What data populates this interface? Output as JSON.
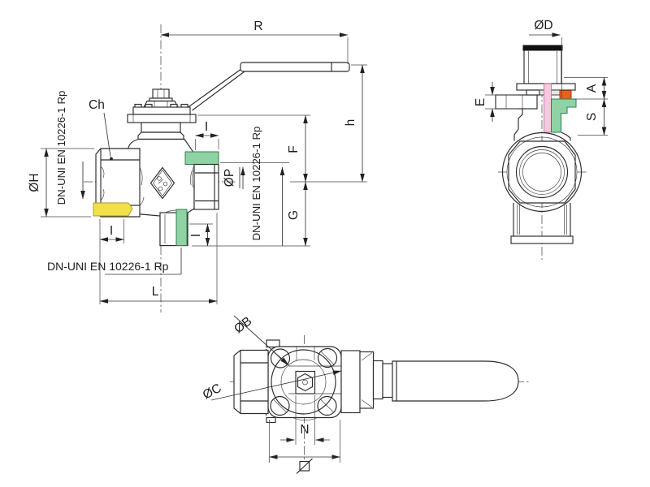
{
  "drawing_title": "ball-valve-technical-drawing",
  "colors": {
    "yellow_thread": "#f0e04a",
    "green_thread": "#8fd2a4",
    "green_dark": "#2f7d52",
    "orange_seal": "#e8611b",
    "pink_stem": "#f5c9de",
    "pink_dark": "#c4739f",
    "line": "#2b2b2b"
  },
  "front_view": {
    "labels": {
      "R": "R",
      "h": "h",
      "F": "F",
      "G": "G",
      "L": "L",
      "Ch": "Ch",
      "OH": "ØH",
      "OP": "ØP",
      "I_right": "I",
      "I_left": "I",
      "I_bottom": "I",
      "thread_left": "DN-UNI EN 10226-1 Rp",
      "thread_right": "DN-UNI EN 10226-1 Rp",
      "thread_bottom": "DN-UNI EN 10226-1 Rp"
    }
  },
  "side_view": {
    "labels": {
      "OD": "ØD",
      "E": "E",
      "A": "A",
      "S": "S"
    }
  },
  "bottom_view": {
    "labels": {
      "OB": "ØB",
      "OC": "ØC",
      "N": "N"
    },
    "square_symbol_icon": "slashed-square-section-symbol"
  }
}
